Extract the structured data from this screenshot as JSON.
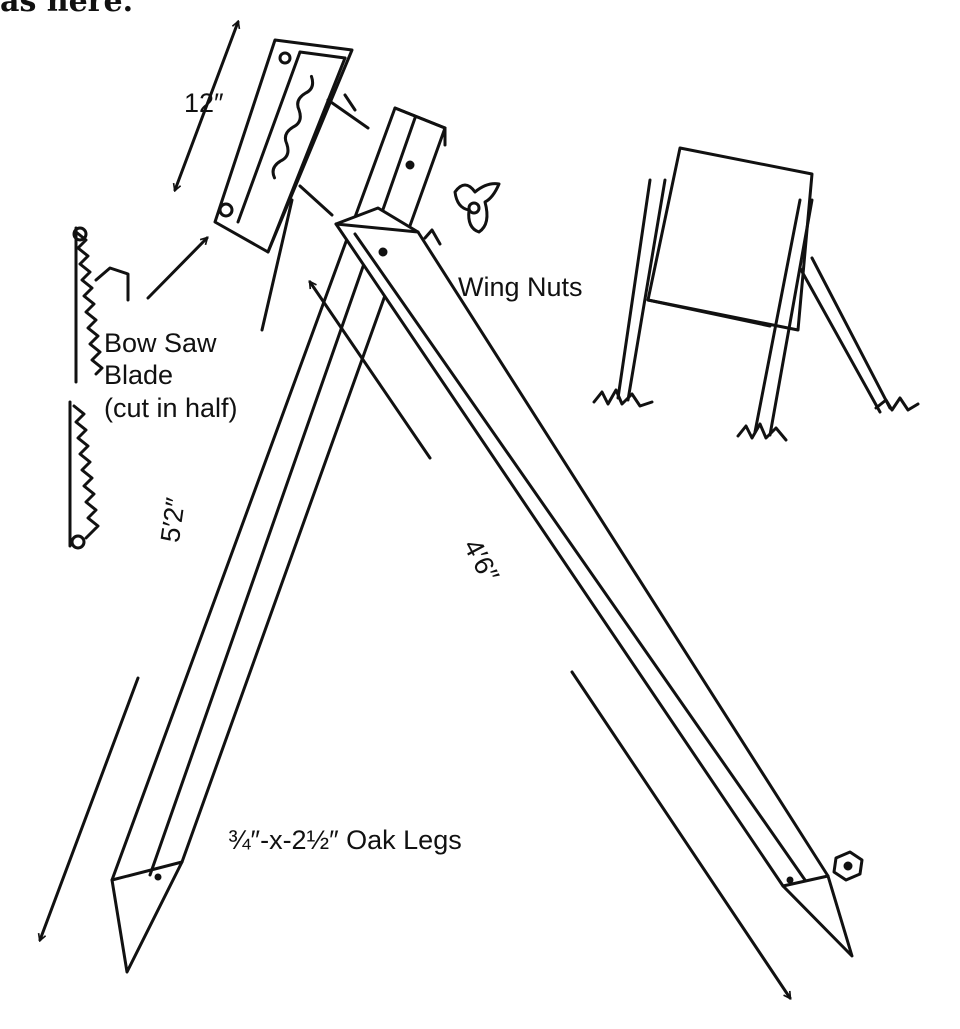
{
  "heading_fragment": "as here.",
  "labels": {
    "dim_12": "12″",
    "wing_nuts": "Wing Nuts",
    "bow_saw_1": "Bow Saw",
    "bow_saw_2": "Blade",
    "bow_saw_3": "(cut in half)",
    "dim_52": "5′2″",
    "dim_46": "4′6″",
    "oak_legs": "¾″-x-2½″ Oak Legs"
  },
  "colors": {
    "ink": "#111111",
    "paper": "#ffffff"
  }
}
